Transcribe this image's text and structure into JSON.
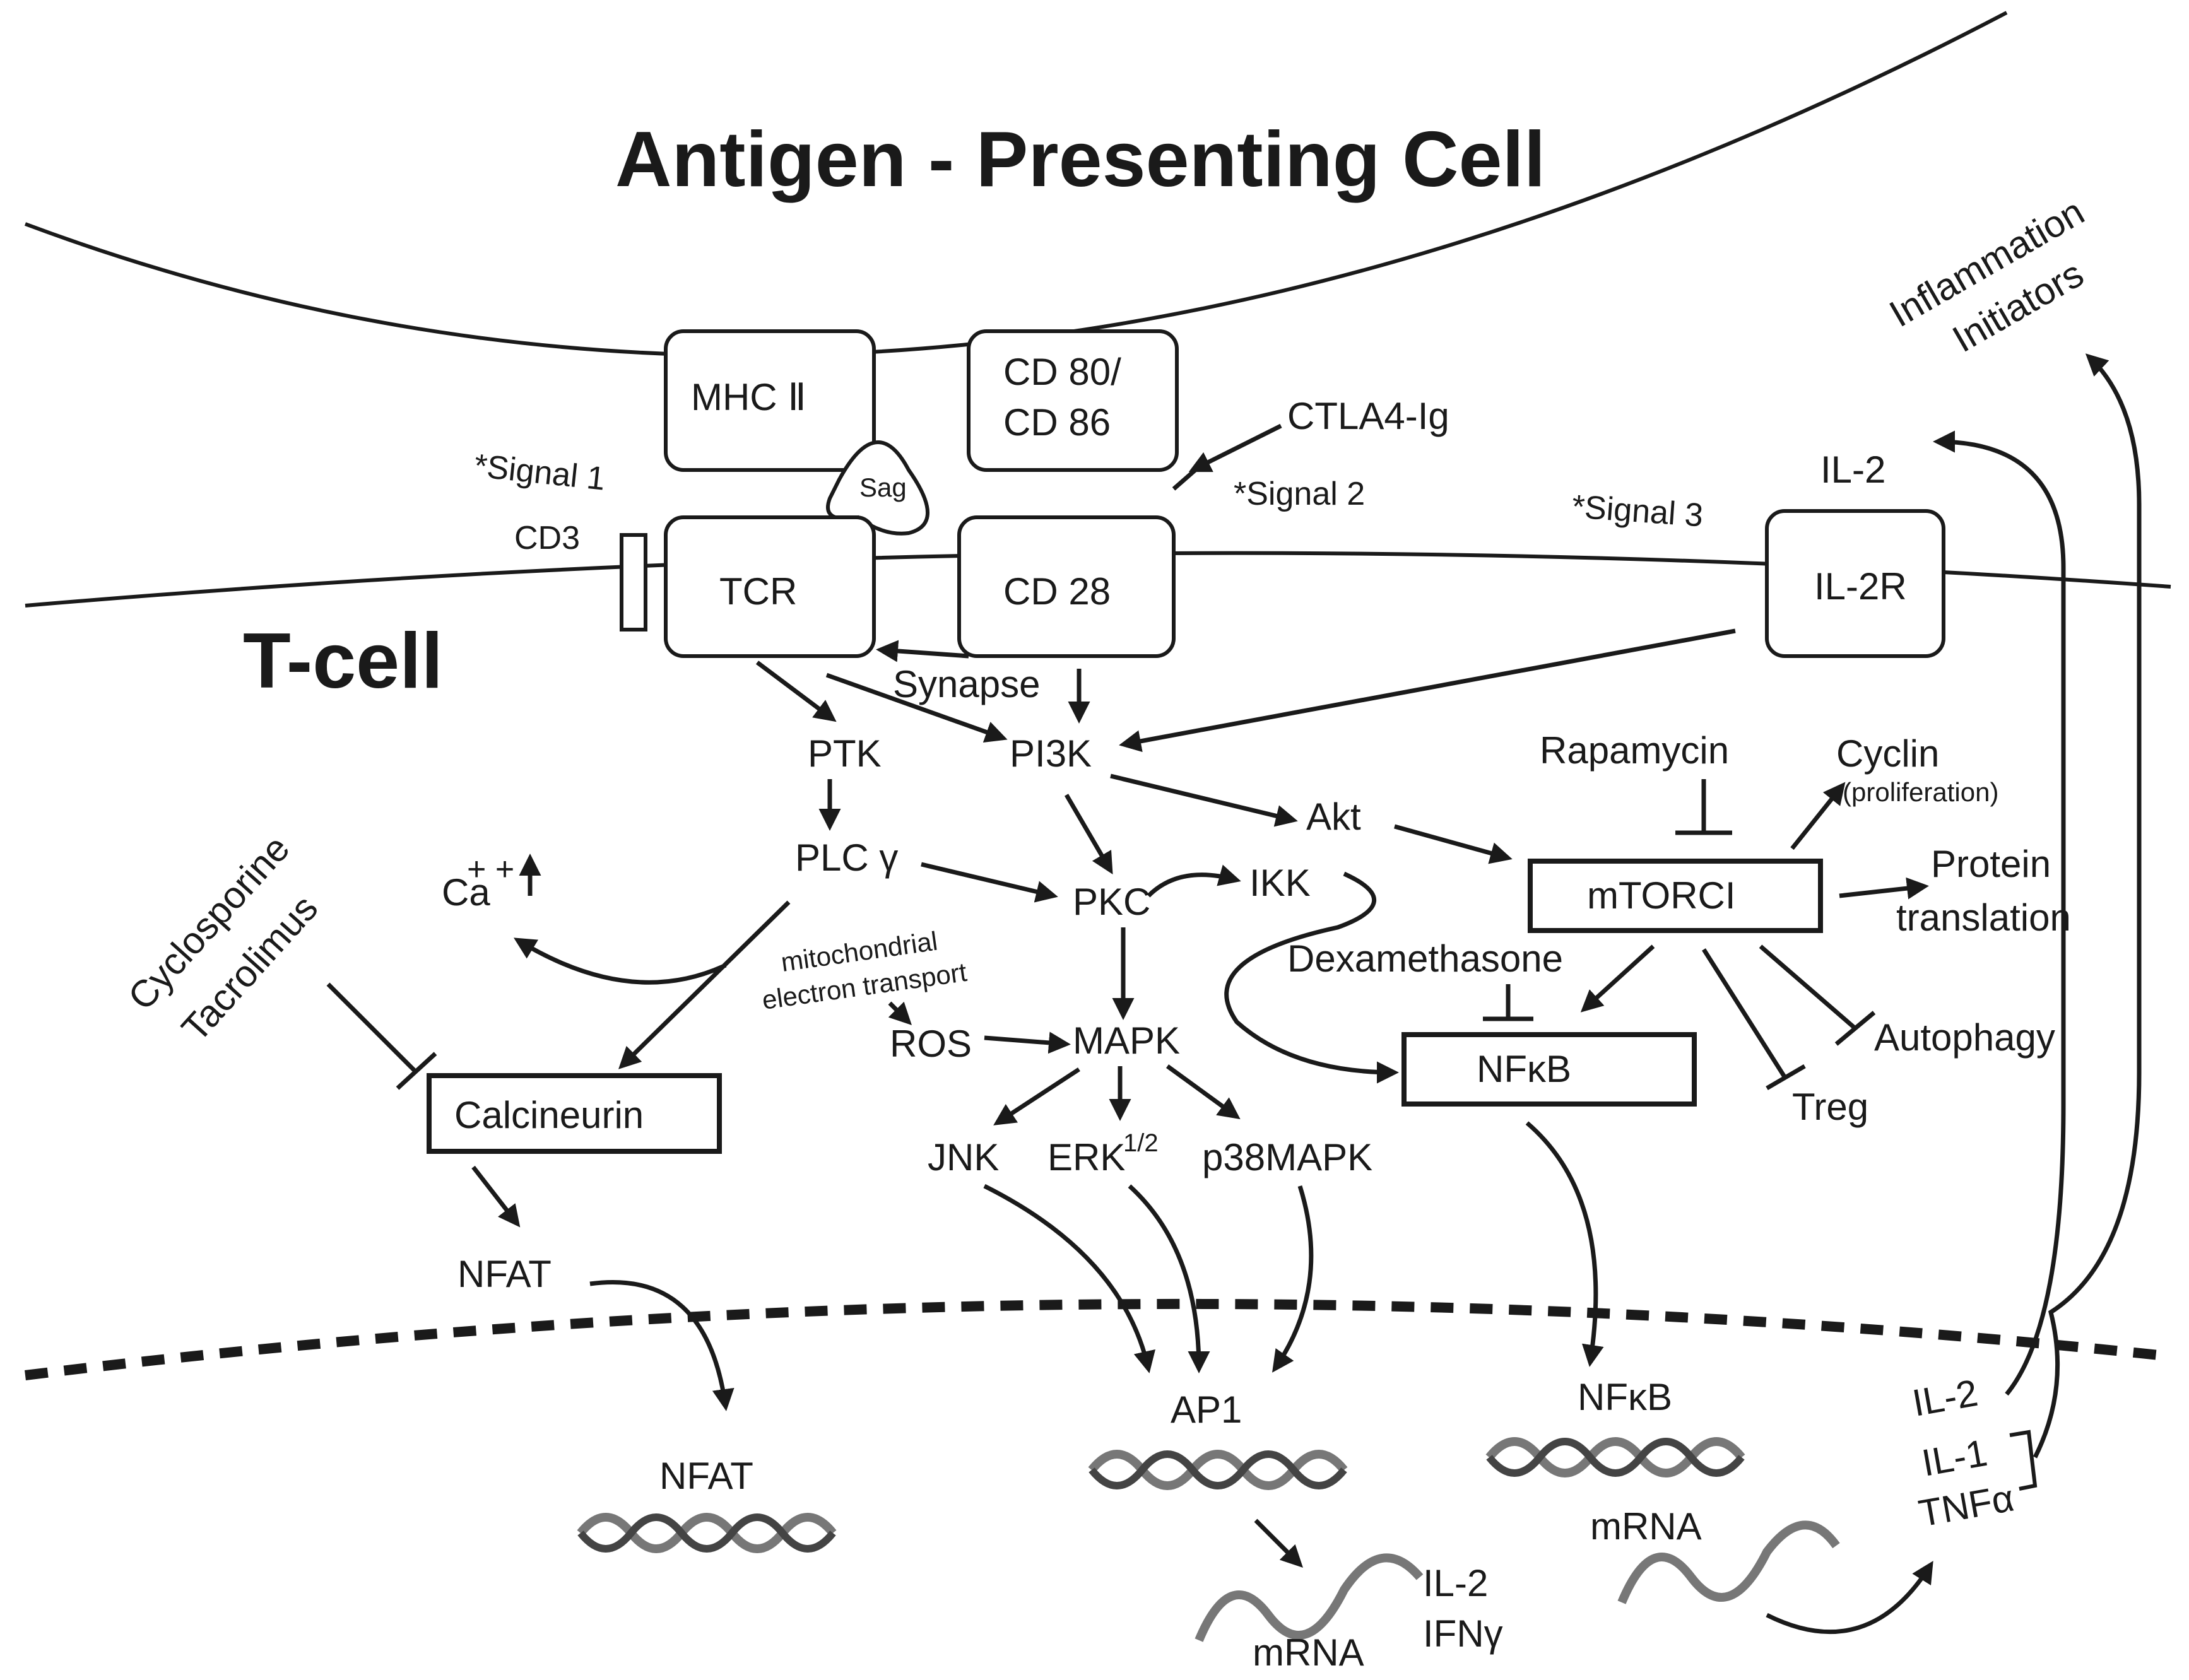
{
  "title": "Antigen - Presenting Cell",
  "t_cell_label": "T-cell",
  "receptors": {
    "mhc": "MHC Ⅱ",
    "cd80_line1": "CD 80/",
    "cd80_line2": "CD 86",
    "sag": "Sag",
    "tcr": "TCR",
    "cd3": "CD3",
    "cd28": "CD 28",
    "il2r": "IL-2R",
    "il2_ligand": "IL-2"
  },
  "signals": {
    "signal1": "*Signal 1",
    "signal2": "*Signal 2",
    "signal3": "*Signal 3"
  },
  "drugs": {
    "ctla4": "CTLA4-Ig",
    "cyclosporine": "Cyclosporine",
    "tacrolimus": "Tacrolimus",
    "rapamycin": "Rapamycin",
    "dexamethasone": "Dexamethasone"
  },
  "nodes": {
    "synapse": "Synapse",
    "ptk": "PTK",
    "pi3k": "PI3K",
    "akt": "Akt",
    "plcg": "PLC γ",
    "ca": "Ca",
    "ca_charge": "+ +",
    "pkc": "PKC",
    "ikk": "IKK",
    "mito_line1": "mitochondrial",
    "mito_line2": "electron transport",
    "ros": "ROS",
    "mapk": "MAPK",
    "jnk": "JNK",
    "erk": "ERK",
    "erk_sup": "1/2",
    "p38": "p38MAPK",
    "calcineurin": "Calcineurin",
    "nfat": "NFAT",
    "mtorc": "mTORCI",
    "nfkb": "NFκB",
    "cyclin": "Cyclin",
    "proliferation": "(proliferation)",
    "protein_line1": "Protein",
    "protein_line2": "translation",
    "autophagy": "Autophagy",
    "treg": "Treg"
  },
  "nucleus": {
    "nfat": "NFAT",
    "ap1": "AP1",
    "nfkb": "NFκB",
    "mrna_ap1": "mRNA",
    "il2_product": "IL-2",
    "ifn_product": "IFNγ",
    "mrna_nfkb": "mRNA",
    "out_il2": "IL-2",
    "out_il1": "IL-1",
    "out_tnf": "TNFα"
  },
  "outputs": {
    "il2_top": "IL-2",
    "inflammation_line1": "Inflammation",
    "inflammation_line2": "Initiators"
  }
}
